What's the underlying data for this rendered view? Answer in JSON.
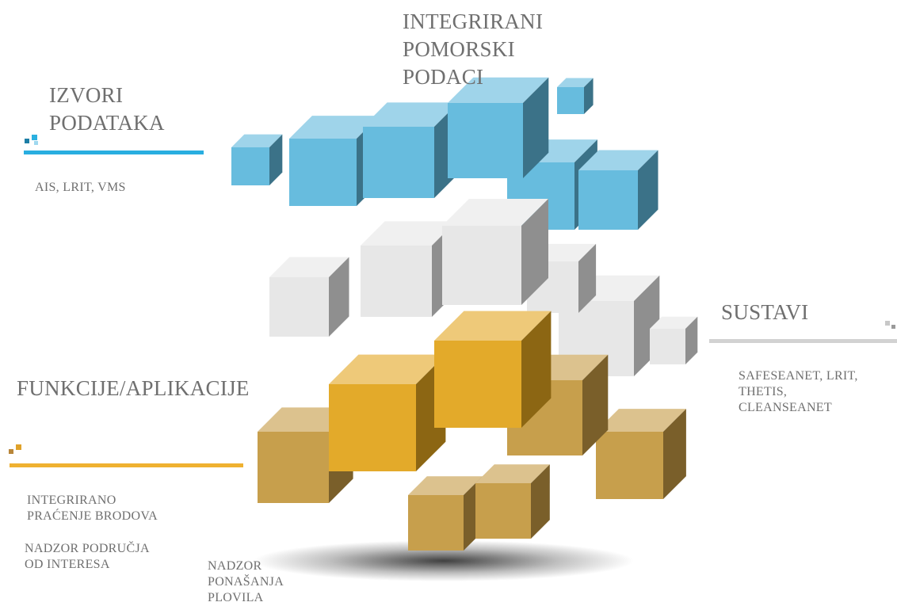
{
  "headings": {
    "top": "INTEGRIRANI\nPOMORSKI\nPODACI",
    "left_top": "IZVORI\nPODATAKA",
    "right": "SUSTAVI",
    "left_bottom": "FUNKCIJE/APLIKACIJE"
  },
  "details": {
    "sources": "AIS, LRIT, VMS",
    "systems": "SAFESEANET, LRIT,\nTHETIS,\nCLEANSEANET",
    "app1": "INTEGRIRANO\nPRAĆENJE BRODOVA",
    "app2": "NADZOR PODRUČJA\nOD INTERESA",
    "app3": "NADZOR\nPONAŠANJA\nPLOVILA"
  },
  "colors": {
    "blue": "#5fb8dc",
    "white": "#e6e6e6",
    "gold": "#e2a51f",
    "tan": "#c49a43",
    "blue_bar": "#29aee0",
    "grey_bar": "#d2d2d2",
    "gold_bar": "#efb131"
  }
}
